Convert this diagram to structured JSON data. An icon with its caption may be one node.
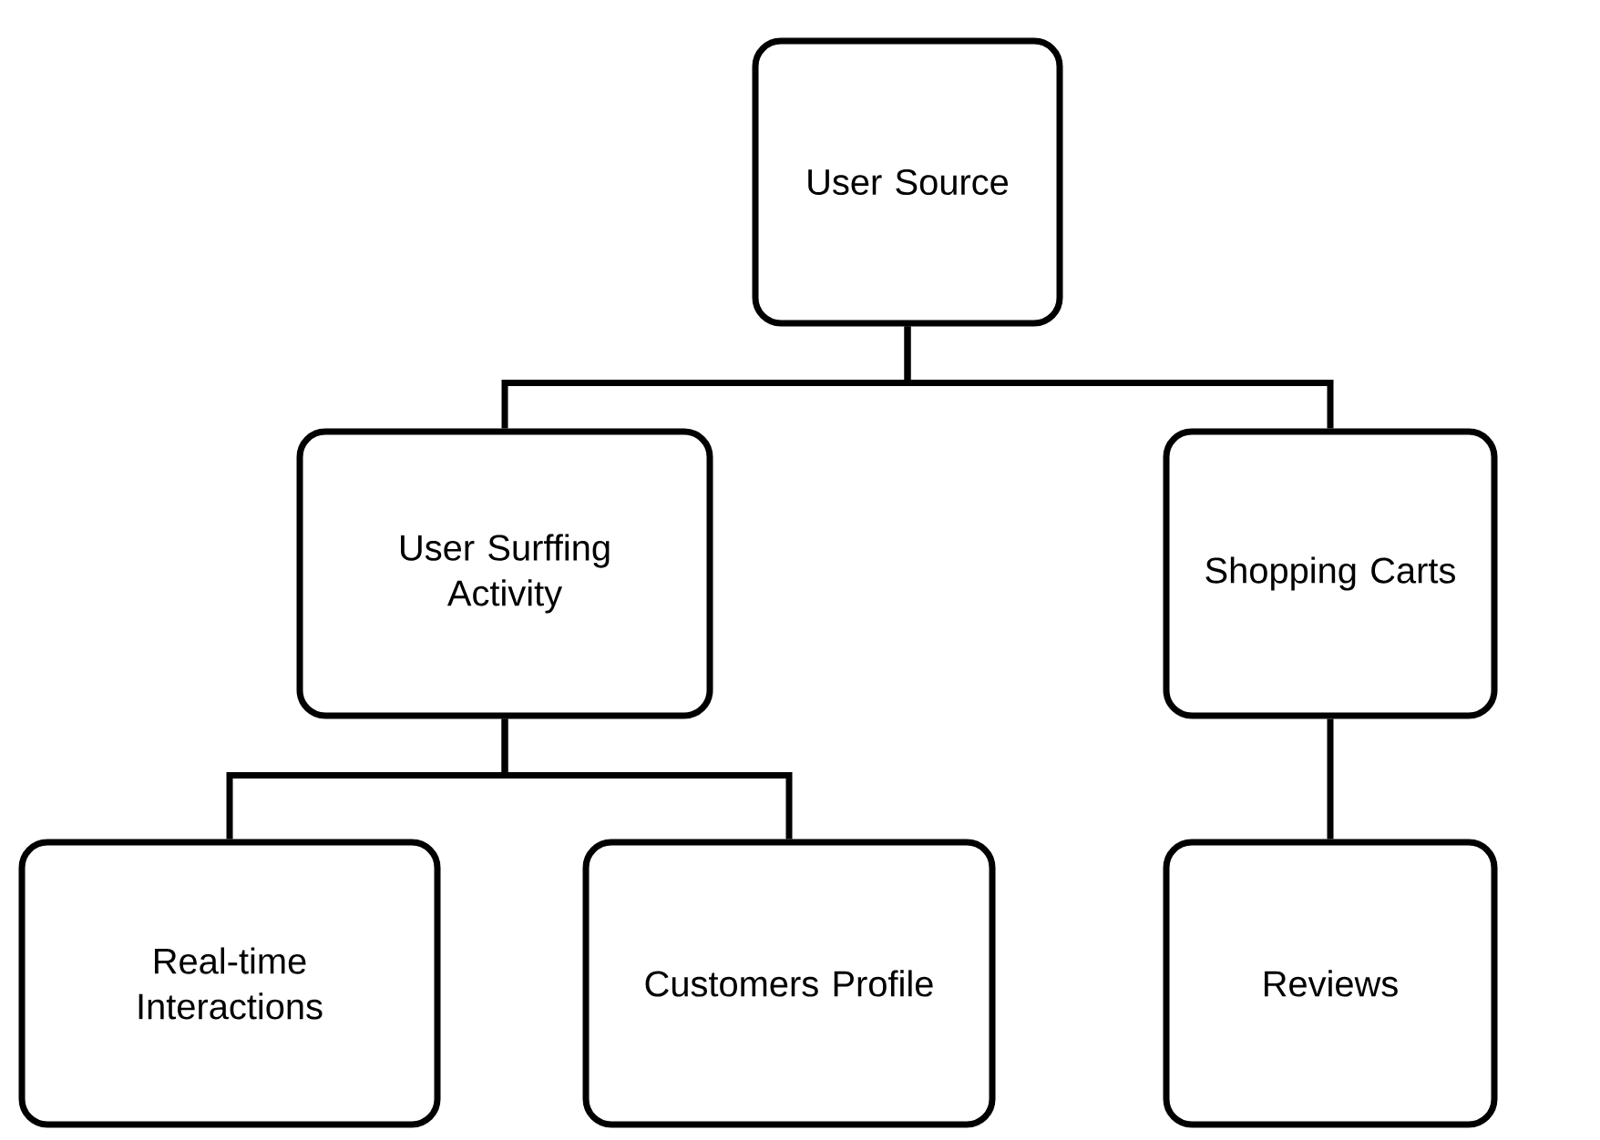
{
  "diagram": {
    "nodes": [
      {
        "text": [
          "User Source"
        ]
      },
      {
        "text": [
          "User Surffing Activity"
        ]
      },
      {
        "text": [
          "Shopping Carts"
        ]
      },
      {
        "text": [
          "Real-time Interactions"
        ]
      },
      {
        "text": [
          "Customers Profile"
        ]
      },
      {
        "text": [
          "Reviews"
        ]
      }
    ],
    "edges": [
      {
        "from": 0,
        "to": 1,
        "arrow": "none"
      },
      {
        "from": 0,
        "to": 2,
        "arrow": "none"
      },
      {
        "from": 1,
        "to": 3,
        "arrow": "none"
      },
      {
        "from": 1,
        "to": 4,
        "arrow": "none"
      },
      {
        "from": 2,
        "to": 5,
        "arrow": "none"
      }
    ]
  }
}
